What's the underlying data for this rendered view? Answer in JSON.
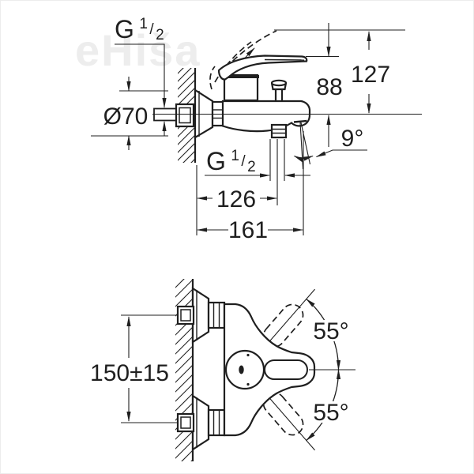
{
  "colors": {
    "line": "#1f1f1f",
    "watermark": "#ededed",
    "background": "#ffffff"
  },
  "watermark": {
    "text": "eHiša"
  },
  "views": {
    "side": {
      "dims": {
        "inlet_thread": {
          "base": "G",
          "num": "1",
          "sep": "/",
          "den": "2"
        },
        "rosette_diameter": "Ø70",
        "body_height": "88",
        "total_height": "127",
        "spout_angle": "9°",
        "outlet_thread": {
          "base": "G",
          "num": "1",
          "sep": "/",
          "den": "2"
        },
        "wall_to_outlet": "126",
        "spout_reach": "161"
      }
    },
    "plan": {
      "dims": {
        "inlet_spacing": "150±15",
        "lever_swing_up": "55°",
        "lever_swing_down": "55°"
      }
    }
  }
}
